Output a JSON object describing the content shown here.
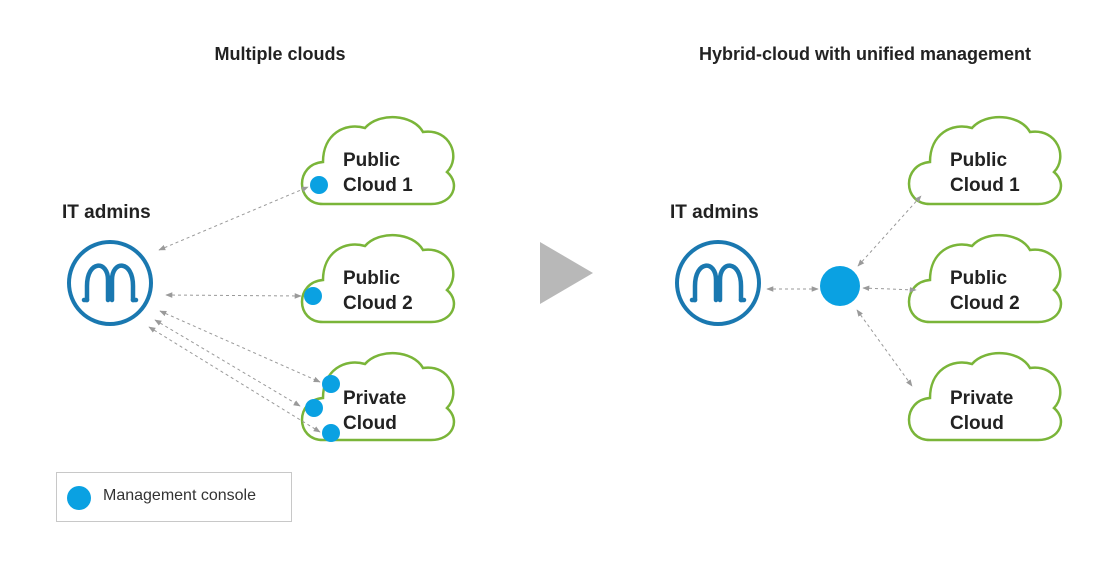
{
  "left_panel": {
    "title": "Multiple clouds",
    "admins_label": "IT admins",
    "clouds": [
      {
        "line1": "Public",
        "line2": "Cloud 1"
      },
      {
        "line1": "Public",
        "line2": "Cloud 2"
      },
      {
        "line1": "Private",
        "line2": "Cloud"
      }
    ]
  },
  "right_panel": {
    "title": "Hybrid-cloud with unified management",
    "admins_label": "IT admins",
    "clouds": [
      {
        "line1": "Public",
        "line2": "Cloud 1"
      },
      {
        "line1": "Public",
        "line2": "Cloud 2"
      },
      {
        "line1": "Private",
        "line2": "Cloud"
      }
    ]
  },
  "legend": {
    "label": "Management console"
  },
  "colors": {
    "cloud_outline": "#7ab539",
    "admin_icon": "#1a78b0",
    "console_dot": "#0aa1e2",
    "arrow": "#9a9a9a",
    "transition_arrow": "#b8b8b8"
  },
  "icons": {
    "admins": "people-icon",
    "transition": "play-triangle-icon",
    "console": "circle-dot-icon"
  }
}
